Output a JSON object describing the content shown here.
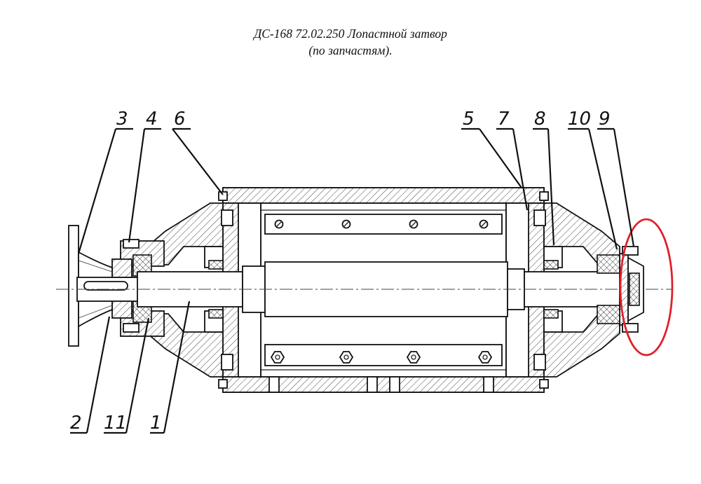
{
  "title": {
    "line1": "ДС-168 72.02.250 Лопастной затвор",
    "line2": "(по запчастям)."
  },
  "callouts": {
    "c1": "1",
    "c2": "2",
    "c3": "3",
    "c4": "4",
    "c5": "5",
    "c6": "6",
    "c7": "7",
    "c8": "8",
    "c9": "9",
    "c10": "10",
    "c11": "11"
  },
  "colors": {
    "highlight": "#e0202a",
    "ink": "#111111"
  }
}
